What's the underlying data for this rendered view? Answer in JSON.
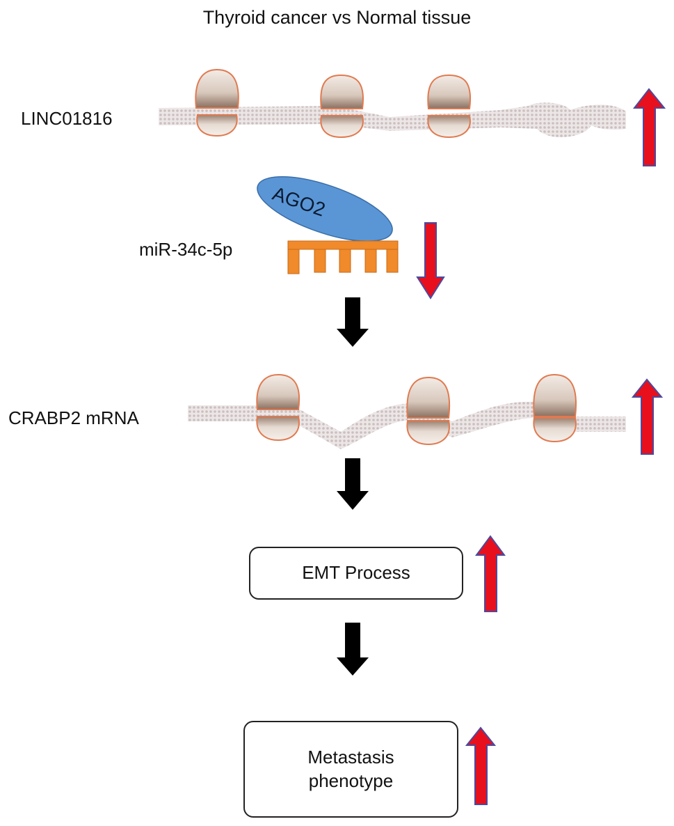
{
  "title": "Thyroid cancer vs Normal tissue",
  "colors": {
    "arrow_up_down_fill": "#e8101c",
    "arrow_outline": "#4a4aa0",
    "flow_arrow": "#000000",
    "ribosome_outline": "#e07a50",
    "ago2_fill": "#5a96d6",
    "mirna_fill": "#f08a2a",
    "strand_fill": "#d9d0d0"
  },
  "nodes": [
    {
      "id": "linc01816",
      "label": "LINC01816",
      "type": "rna-strand",
      "change": "up"
    },
    {
      "id": "mir34c",
      "label": "miR-34c-5p",
      "type": "mirna",
      "bound_protein": "AGO2",
      "change": "down"
    },
    {
      "id": "crabp2",
      "label": "CRABP2 mRNA",
      "type": "rna-strand",
      "change": "up"
    },
    {
      "id": "emt",
      "label": "EMT Process",
      "type": "box",
      "change": "up"
    },
    {
      "id": "metastasis",
      "label_line1": "Metastasis",
      "label_line2": "phenotype",
      "type": "box",
      "change": "up"
    }
  ],
  "ago2_label": "AGO2",
  "edges": [
    {
      "from": "mir34c",
      "to": "crabp2"
    },
    {
      "from": "crabp2",
      "to": "emt"
    },
    {
      "from": "emt",
      "to": "metastasis"
    }
  ]
}
